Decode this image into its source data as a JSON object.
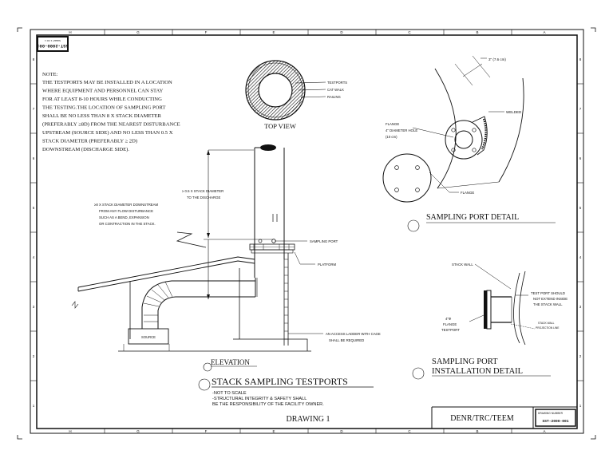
{
  "stamp": {
    "line1": "SST-2000-001",
    "line2": "SHEET 1 OF 1"
  },
  "note": {
    "heading": "NOTE:",
    "lines": [
      "THE TESTPORTS MAY BE INSTALLED IN A LOCATION",
      "WHERE EQUIPMENT AND PERSONNEL CAN STAY",
      "FOR AT LEAST 8-10 HOURS WHILE CONDUCTING",
      "THE TESTING.THE LOCATION OF SAMPLING PORT",
      "SHALL BE NO LESS THAN 8 X STACK DIAMETER",
      "(PREFERABLY ≥8D) FROM THE NEAREST DISTURBANCE",
      "UPSTREAM (SOURCE SIDE) AND NO LESS THAN 0.5 X",
      "STACK DIAMETER (PREFERABLY ≥ 2D)",
      "DOWNSTREAM (DISCHARGE SIDE)."
    ]
  },
  "top_view": {
    "title": "TOP VIEW",
    "labels": [
      "TESTPORTS",
      "CAT WALK",
      "RAILING"
    ]
  },
  "elevation": {
    "title": "ELEVATION",
    "dim_top": [
      "≥ 0.5 X STACK DIAMETER",
      "TO THE DISCHARGE"
    ],
    "dim_left": [
      "≥8 X STACK DIAMETER DOWNSTREAM",
      "FROM ANY FLOW DISTURBANCE",
      "SUCH AS A BEND, EXPANSION",
      "OR CONTRACTION IN THE STACK."
    ],
    "sampling_port": "SAMPLING PORT",
    "platform": "PLATFORM",
    "ladder": [
      "AN ACCESS LADDER WITH CAGE",
      "SHALL BE REQUIRED"
    ],
    "source": "SOURCE"
  },
  "port_detail": {
    "title": "SAMPLING PORT DETAIL",
    "dimension": "3\" (7.6 cm)",
    "welded": "WELDED",
    "flange_hole": [
      "FLANGE",
      "4\" DIAMETER HOLE",
      "(10 cm)"
    ],
    "flange": "FLANGE"
  },
  "install_detail": {
    "title_lines": [
      "SAMPLING PORT",
      "INSTALLATION DETAIL"
    ],
    "stack_wall": "STACK WALL",
    "test_port_note": [
      "TEST PORT SHOULD",
      "NOT EXTEND INSIDE",
      "THE STACK WALL"
    ],
    "flange_testport": [
      "4\"Φ",
      "FLANGE",
      "TESTPORT"
    ],
    "inner_wall": [
      "STACK WALL",
      "PROJECTION LINE"
    ]
  },
  "main_title": {
    "title": "STACK SAMPLING TESTPORTS",
    "notes": [
      "-NOT TO SCALE",
      "-STRUCTURAL INTEGRITY & SAFETY SHALL",
      "BE THE RESPONSIBILITY OF THE FACILITY OWNER."
    ]
  },
  "title_block": {
    "drawing": "DRAWING 1",
    "agency": "DENR/TRC/TEEM",
    "number_label": "DRAWING NUMBER",
    "number_value": "SST-2000-001"
  },
  "border": {
    "letters": [
      "H",
      "G",
      "F",
      "E",
      "D",
      "C",
      "B",
      "A"
    ],
    "numbers": [
      "8",
      "7",
      "6",
      "5",
      "4",
      "3",
      "2",
      "1"
    ]
  }
}
